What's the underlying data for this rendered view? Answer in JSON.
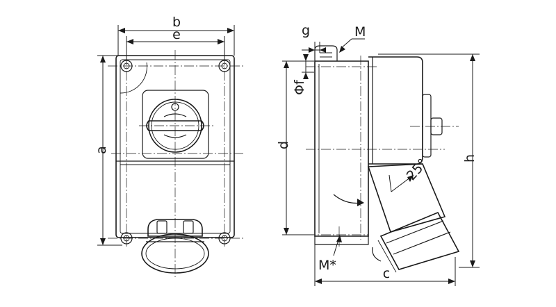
{
  "labels": {
    "b": "b",
    "e": "e",
    "a": "a",
    "g": "g",
    "m_top": "M",
    "phi_f": "Φf",
    "d": "d",
    "h": "h",
    "angle": "25°",
    "m_star": "M*",
    "c": "c"
  }
}
